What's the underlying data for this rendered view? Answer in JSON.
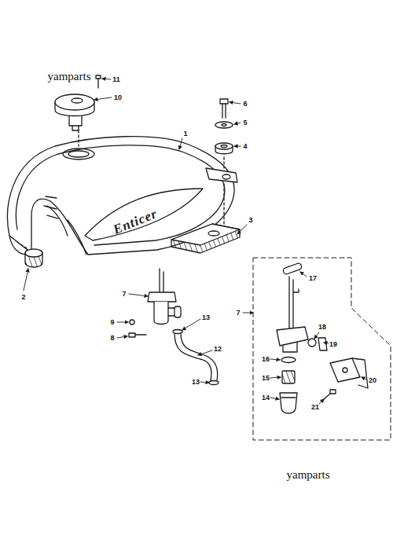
{
  "diagram": {
    "labels": [
      "yamparts",
      "11",
      "10",
      "6",
      "5",
      "4",
      "1",
      "Enticer",
      "3",
      "2",
      "17",
      "7",
      "7",
      "18",
      "9",
      "19",
      "13",
      "8",
      "12",
      "16",
      "13",
      "15",
      "20",
      "14",
      "21",
      "yamparts"
    ]
  }
}
